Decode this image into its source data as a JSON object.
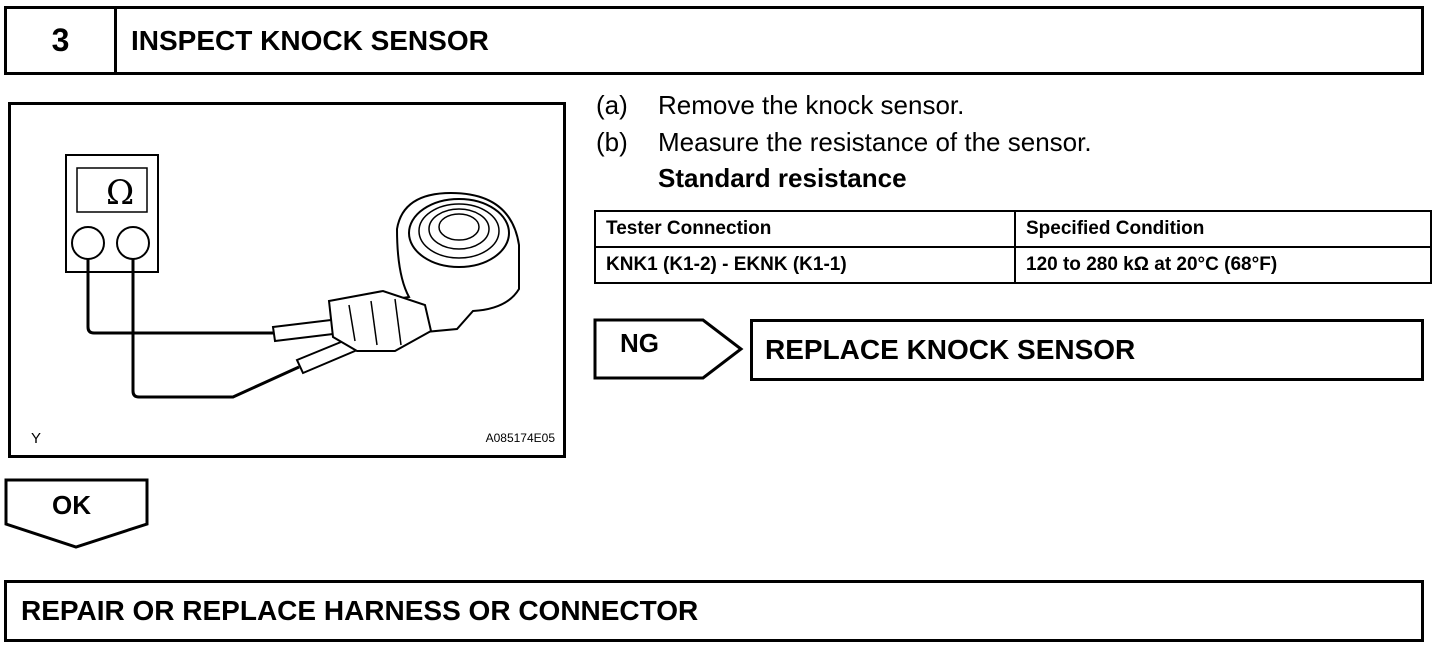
{
  "step": {
    "number": "3",
    "title": "INSPECT KNOCK SENSOR"
  },
  "figure": {
    "meter_symbol": "Ω",
    "corner_left": "Y",
    "corner_right": "A085174E05"
  },
  "instructions": [
    {
      "label": "(a)",
      "text": "Remove the knock sensor."
    },
    {
      "label": "(b)",
      "text": "Measure the resistance of the sensor."
    }
  ],
  "standard_heading": "Standard resistance",
  "table": {
    "headers": [
      "Tester Connection",
      "Specified Condition"
    ],
    "rows": [
      [
        "KNK1 (K1-2) - EKNK (K1-1)",
        "120 to 280 kΩ at 20°C (68°F)"
      ]
    ]
  },
  "ng": {
    "label": "NG",
    "action": "REPLACE KNOCK SENSOR"
  },
  "ok": {
    "label": "OK",
    "action": "REPAIR OR REPLACE HARNESS OR CONNECTOR"
  }
}
